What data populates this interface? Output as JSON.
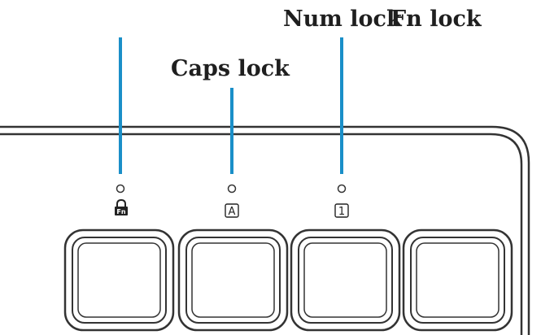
{
  "labels": {
    "caps_lock": "Caps lock",
    "num_lock": "Num lock",
    "fn_lock": "Fn lock"
  },
  "indicators": {
    "fn_glyph": "Fn",
    "caps_glyph": "A",
    "num_glyph": "1"
  },
  "colors": {
    "callout_line": "#1a8fc8",
    "outline": "#333333",
    "label_text": "#1f1f1f"
  }
}
